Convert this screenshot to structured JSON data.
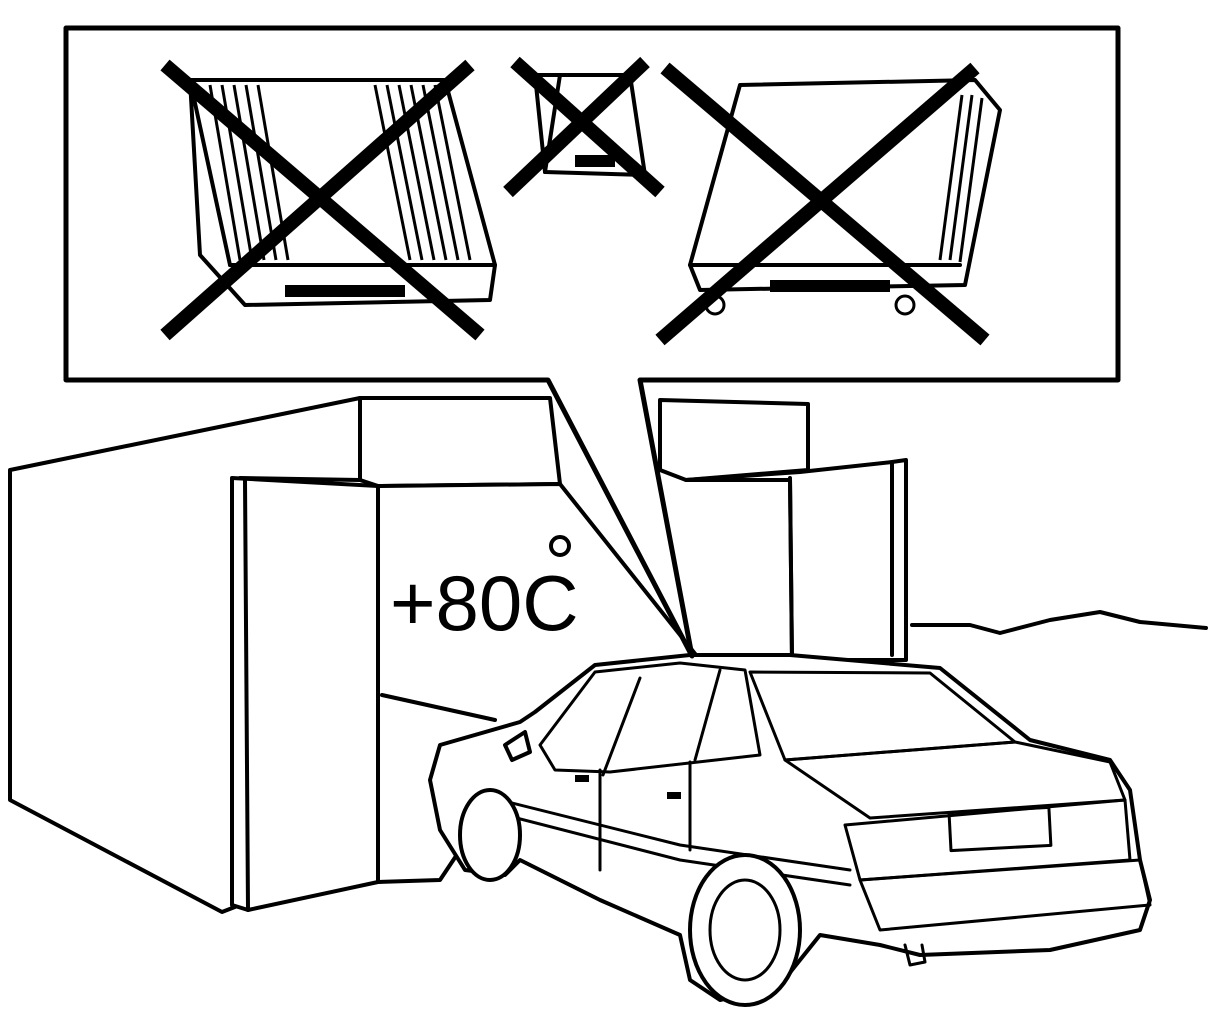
{
  "figure": {
    "temperature_label": "+80C"
  },
  "callout": {
    "forbidden_positions": [
      {
        "name": "unit-on-side-left"
      },
      {
        "name": "unit-on-end"
      },
      {
        "name": "unit-on-side-right"
      }
    ]
  },
  "icons": [
    "cross-mark-icon",
    "degree-symbol-icon"
  ]
}
